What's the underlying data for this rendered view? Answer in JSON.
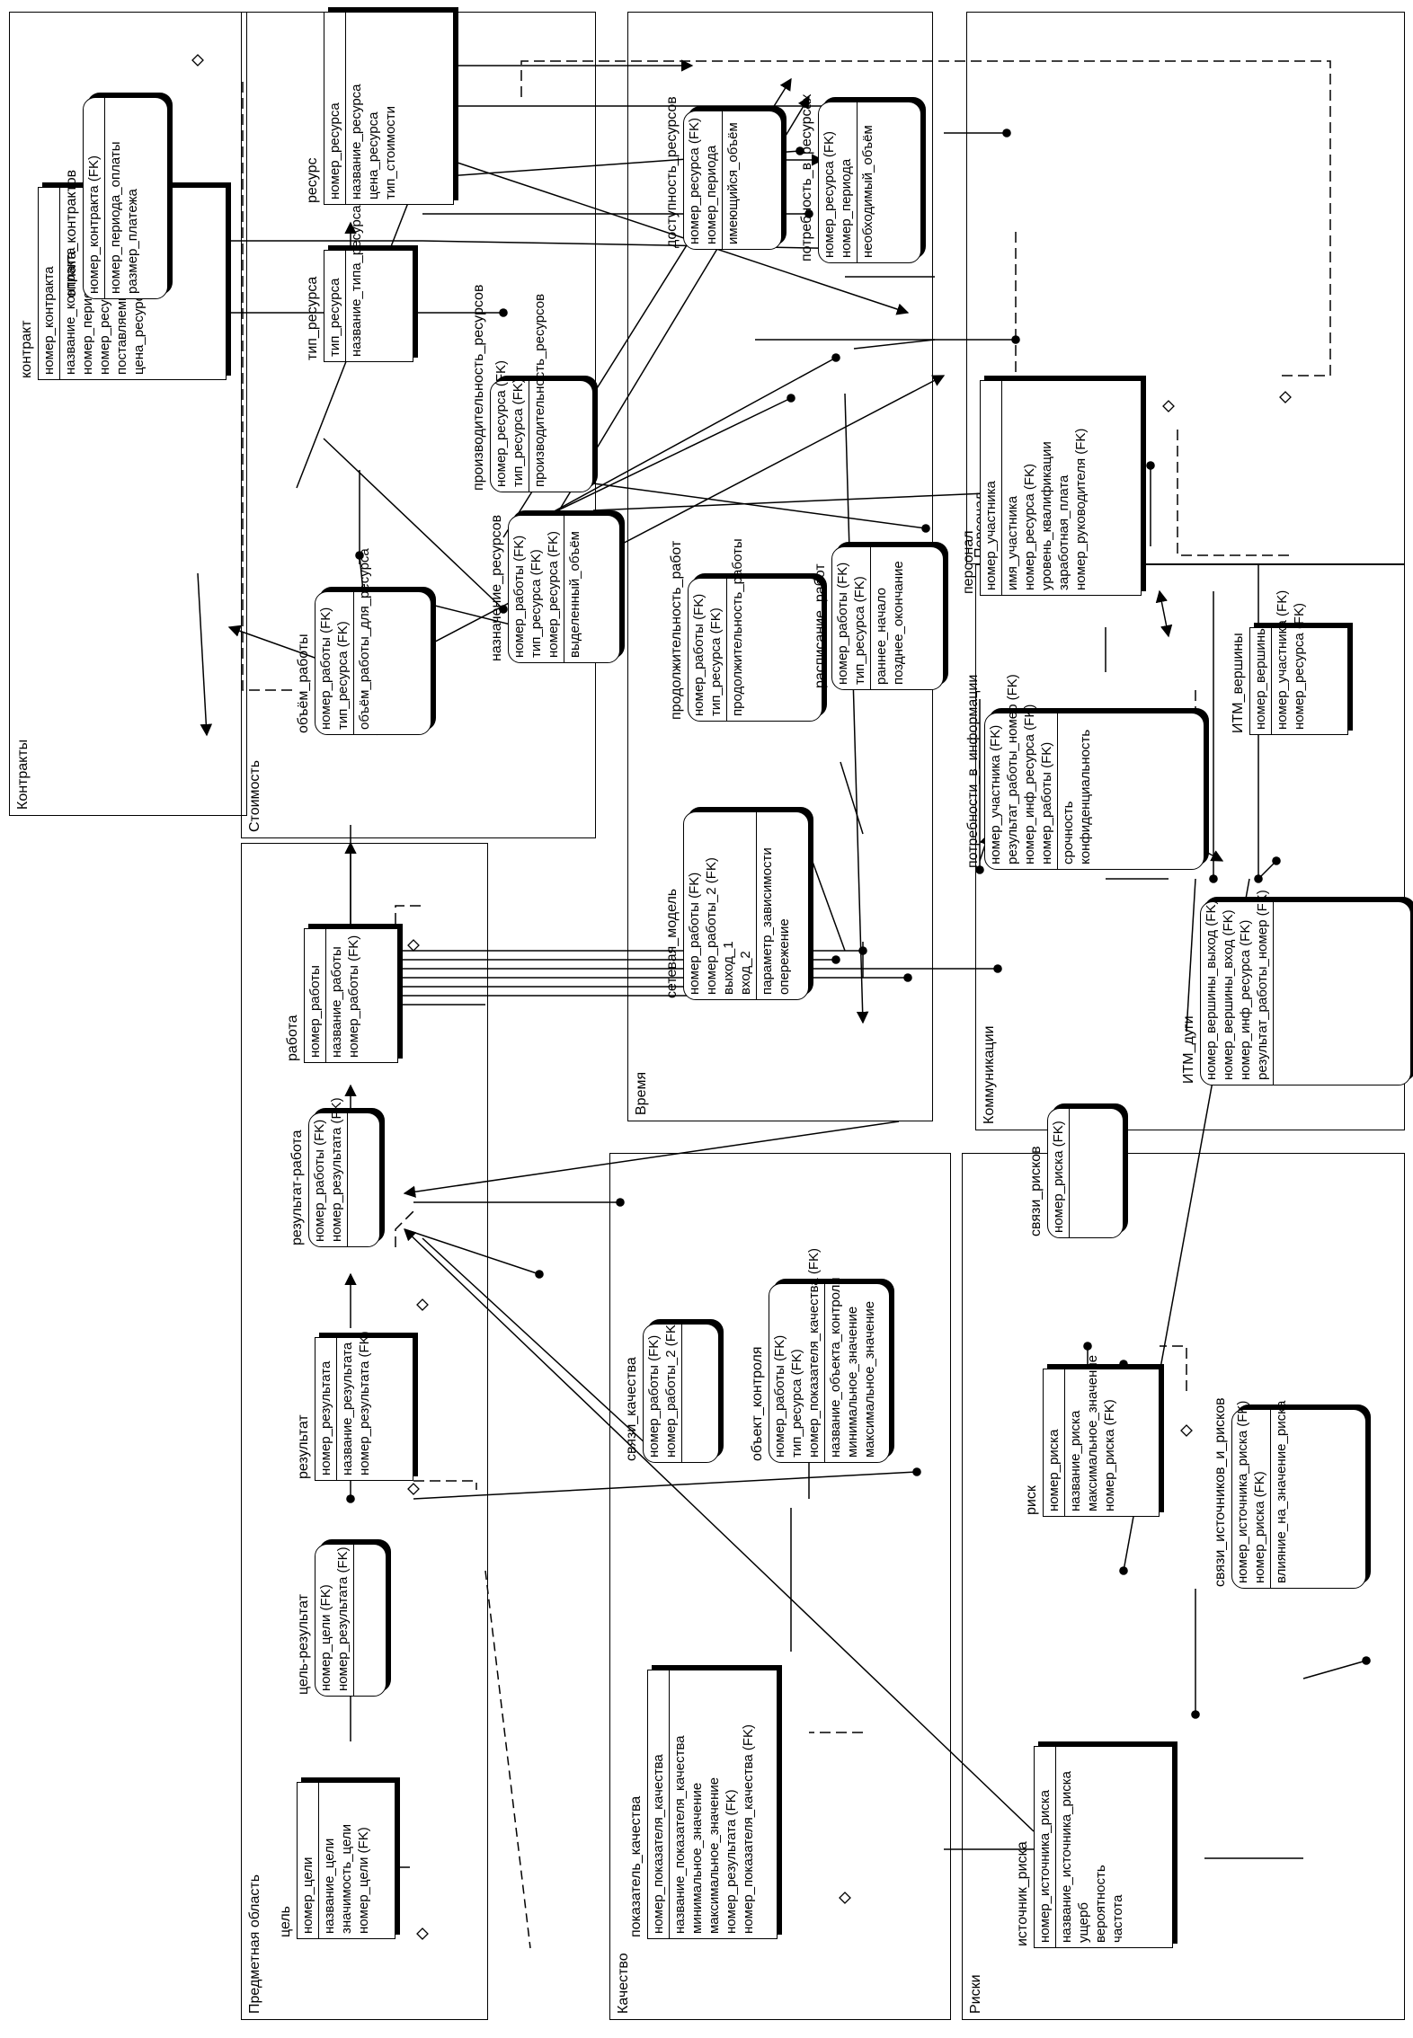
{
  "areas": {
    "contracts": "Контракты",
    "cost": "Стоимость",
    "time": "Время",
    "personnel": "Персонал",
    "communications": "Коммуникации",
    "domain": "Предметная область",
    "quality": "Качество",
    "risks": "Риски"
  },
  "entities": {
    "contract": {
      "title": "контракт",
      "keys": [
        "номер_контракта"
      ],
      "attrs": [
        "название_контракта",
        "номер_периода",
        "номер_ресурса (FK)",
        "поставляемый_объём",
        "цена_ресурса"
      ]
    },
    "contract_payment": {
      "title": "оплата_контрактов",
      "keys": [
        "номер_контракта (FK)"
      ],
      "attrs": [
        "номер_периода_оплаты",
        "размер_платежа"
      ]
    },
    "resource": {
      "title": "ресурс",
      "keys": [
        "номер_ресурса"
      ],
      "attrs": [
        "название_ресурса",
        "цена_ресурса",
        "тип_стоимости"
      ]
    },
    "resource_type": {
      "title": "тип_ресурса",
      "keys": [
        "тип_ресурса"
      ],
      "attrs": [
        "название_типа_ресурса"
      ]
    },
    "resource_productivity": {
      "title": "производительность_ресурсов",
      "keys": [
        "номер_ресурса (FK)",
        "тип_ресурса (FK)"
      ],
      "attrs": [
        "производительность_ресурсов"
      ]
    },
    "work_volume": {
      "title": "объём_работы",
      "keys": [
        "номер_работы (FK)",
        "тип_ресурса (FK)"
      ],
      "attrs": [
        "объём_работы_для_ресурса"
      ]
    },
    "resource_assignment": {
      "title": "назначение_ресурсов",
      "keys": [
        "номер_работы (FK)",
        "тип_ресурса (FK)",
        "номер_ресурса (FK)"
      ],
      "attrs": [
        "выделенный_объём"
      ]
    },
    "resource_availability": {
      "title": "доступность_ресурсов",
      "keys": [
        "номер_ресурса (FK)",
        "номер_периода"
      ],
      "attrs": [
        "имеющийся_объём"
      ]
    },
    "resource_demand": {
      "title": "потребность_в_ресурсах",
      "keys": [
        "номер_ресурса (FK)",
        "номер_периода"
      ],
      "attrs": [
        "необходимый_объём"
      ]
    },
    "work_duration": {
      "title": "продолжительность_работ",
      "keys": [
        "номер_работы (FK)",
        "тип_ресурса (FK)"
      ],
      "attrs": [
        "продолжительность_работы"
      ]
    },
    "work_schedule": {
      "title": "расписание_работ",
      "keys": [
        "номер_работы (FK)",
        "тип_ресурса (FK)"
      ],
      "attrs": [
        "раннее_начало",
        "позднее_окончание"
      ]
    },
    "network_model": {
      "title": "сетевая_модель",
      "keys": [
        "номер_работы (FK)",
        "номер_работы_2 (FK)",
        "выход_1",
        "вход_2"
      ],
      "attrs": [
        "параметр_зависимости",
        "опережение"
      ]
    },
    "personnel": {
      "title": "персонал",
      "keys": [
        "номер_участника"
      ],
      "attrs": [
        "имя_участника",
        "номер_ресурса (FK)",
        "уровень_квалификации",
        "заработная_плата",
        "номер_руководителя (FK)"
      ]
    },
    "info_needs": {
      "title": "потребности_в_информации",
      "keys": [
        "номер_участника (FK)",
        "результат_работы_номер (FK)",
        "номер_инф_ресурса (FK)",
        "номер_работы (FK)"
      ],
      "attrs": [
        "срочность",
        "конфиденциальность"
      ]
    },
    "itm_vertex": {
      "title": "ИТМ_вершины",
      "keys": [
        "номер_вершины"
      ],
      "attrs": [
        "номер_участника (FK)",
        "номер_ресурса (FK)"
      ]
    },
    "itm_arc": {
      "title": "ИТМ_дуги",
      "keys": [
        "номер_вершины_выход (FK)",
        "номер_вершины_вход (FK)",
        "номер_инф_ресурса (FK)",
        "результат_работы_номер (FK)"
      ],
      "attrs": []
    },
    "work": {
      "title": "работа",
      "keys": [
        "номер_работы"
      ],
      "attrs": [
        "название_работы",
        "номер_работы (FK)"
      ]
    },
    "result_work": {
      "title": "результат-работа",
      "keys": [
        "номер_работы (FK)",
        "номер_результата (FK)"
      ],
      "attrs": []
    },
    "result": {
      "title": "результат",
      "keys": [
        "номер_результата"
      ],
      "attrs": [
        "название_результата",
        "номер_результата (FK)"
      ]
    },
    "goal_result": {
      "title": "цель-результат",
      "keys": [
        "номер_цели (FK)",
        "номер_результата (FK)"
      ],
      "attrs": []
    },
    "goal": {
      "title": "цель",
      "keys": [
        "номер_цели"
      ],
      "attrs": [
        "название_цели",
        "значимость_цели",
        "номер_цели (FK)"
      ]
    },
    "quality_links": {
      "title": "связи_качества",
      "keys": [
        "номер_работы (FK)",
        "номер_работы_2 (FK)"
      ],
      "attrs": []
    },
    "control_object": {
      "title": "объект_контроля",
      "keys": [
        "номер_работы (FK)",
        "тип_ресурса (FK)",
        "номер_показателя_качества (FK)"
      ],
      "attrs": [
        "название_объекта_контроля",
        "минимальное_значение",
        "максимальное_значение"
      ]
    },
    "quality_indicator": {
      "title": "показатель_качества",
      "keys": [
        "номер_показателя_качества"
      ],
      "attrs": [
        "название_показателя_качества",
        "минимальное_значение",
        "максимальное_значение",
        "номер_результата (FK)",
        "номер_показателя_качества (FK)"
      ]
    },
    "risk_links": {
      "title": "связи_рисков",
      "keys": [
        "номер_риска (FK)"
      ],
      "attrs": []
    },
    "risk": {
      "title": "риск",
      "keys": [
        "номер_риска"
      ],
      "attrs": [
        "название_риска",
        "максимальное_значение",
        "номер_риска (FK)"
      ]
    },
    "risk_source_links": {
      "title": "связи_источников_и_рисков",
      "keys": [
        "номер_источника_риска (FK)",
        "номер_риска (FK)"
      ],
      "attrs": [
        "влияние_на_значение_риска"
      ]
    },
    "risk_source": {
      "title": "источник_риска",
      "keys": [
        "номер_источника_риска"
      ],
      "attrs": [
        "название_источника_риска",
        "ущерб",
        "вероятность",
        "частота"
      ]
    }
  }
}
